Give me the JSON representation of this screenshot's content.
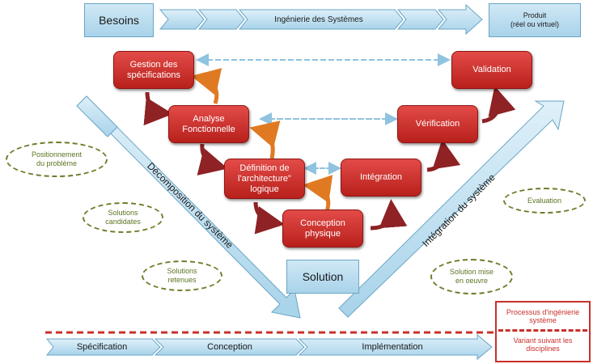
{
  "top_bar": {
    "left_label": "Besoins",
    "center_label": "Ingénierie des Systèmes",
    "right_label": "Produit\n(réel ou virtuel)"
  },
  "steps": [
    {
      "id": "gestion",
      "label": "Gestion des\nspécifications"
    },
    {
      "id": "analyse",
      "label": "Analyse\nFonctionnelle"
    },
    {
      "id": "definition",
      "label": "Définition de\nl'architecture\"\nlogique"
    },
    {
      "id": "conception",
      "label": "Conception\nphysique"
    },
    {
      "id": "integration",
      "label": "Intégration"
    },
    {
      "id": "verification",
      "label": "Vérification"
    },
    {
      "id": "validation",
      "label": "Validation"
    }
  ],
  "left_arrow_label": "Décomposition du système",
  "right_arrow_label": "Intégration du système",
  "solution_label": "Solution",
  "ovals": [
    {
      "id": "positionnement",
      "label": "Positionnement\ndu problème"
    },
    {
      "id": "candidates",
      "label": "Solutions\ncandidates"
    },
    {
      "id": "retenues",
      "label": "Solutions\nretenues"
    },
    {
      "id": "evaluation",
      "label": "Evaluation"
    },
    {
      "id": "mise",
      "label": "Solution mise\nen oeuvre"
    }
  ],
  "bottom_bar": [
    "Spécification",
    "Conception",
    "Implémentation"
  ],
  "legend": {
    "top": "Processus d'ingénierie\nsystème",
    "bottom": "Variant suivant les\ndisciplines"
  },
  "colors": {
    "step_red": "#c8302b",
    "light_blue": "#bfe0f1",
    "dashed_arrow": "#8fc3df",
    "oval_olive": "#6b7f2a",
    "loop_orange": "#e07a22",
    "loop_dark_red": "#8e2224"
  }
}
